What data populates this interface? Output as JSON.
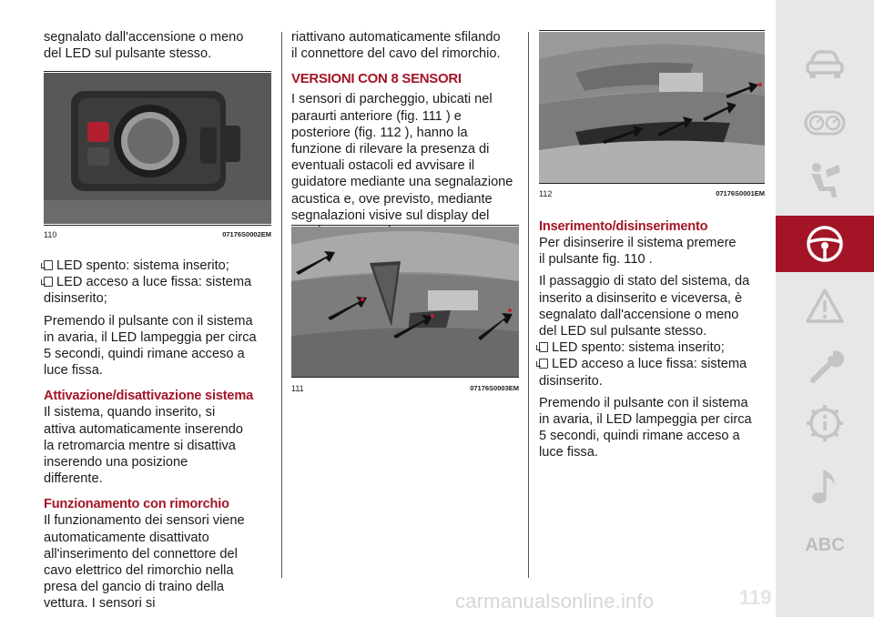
{
  "col1": {
    "intro": "segnalato dall'accensione o meno del LED sul pulsante stesso.",
    "fig110": {
      "num": "110",
      "code": "07176S0002EM"
    },
    "led_off": "LED spento: sistema inserito;",
    "led_on": "LED acceso a luce fissa: sistema disinserito;",
    "fault": "Premendo il pulsante con il sistema in avaria, il LED lampeggia per circa 5 secondi, quindi rimane acceso a luce fissa.",
    "h_activation": "Attivazione/disattivazione sistema",
    "activation_text": "Il sistema, quando inserito, si attiva automaticamente inserendo la retromarcia mentre si disattiva inserendo una posizione differente.",
    "h_trailer": "Funzionamento con rimorchio",
    "trailer_text": "Il funzionamento dei sensori viene automaticamente disattivato all'inserimento del connettore del cavo elettrico del rimorchio nella presa del gancio di traino della vettura. I sensori si"
  },
  "col2": {
    "cont": "riattivano automaticamente sfilando il connettore del cavo del rimorchio.",
    "h_versions": "VERSIONI CON 8 SENSORI",
    "versions_text_a": "I sensori di parcheggio, ubicati nel paraurti anteriore (fig. ",
    "ref111": "111",
    "versions_text_b": " ) e posteriore (fig. ",
    "ref112": "112",
    "versions_text_c": " ), hanno la funzione di rilevare la presenza di eventuali ostacoli ed avvisare il guidatore mediante una segnalazione acustica e, ove previsto, mediante segnalazioni visive sul display del quadro strumenti.",
    "fig111": {
      "num": "111",
      "code": "07176S0003EM"
    }
  },
  "col3": {
    "fig112": {
      "num": "112",
      "code": "07176S0001EM"
    },
    "h_insert": "Inserimento/disinserimento",
    "insert_text_a": "Per disinserire il sistema premere il pulsante fig. ",
    "ref110": "110",
    "insert_text_b": " .",
    "transition": "Il passaggio di stato del sistema, da inserito a disinserito e viceversa, è segnalato dall'accensione o meno del LED sul pulsante stesso.",
    "led_off": "LED spento: sistema inserito;",
    "led_on": "LED acceso a luce fissa: sistema disinserito.",
    "fault": "Premendo il pulsante con il sistema in avaria, il LED lampeggia per circa 5 secondi, quindi rimane acceso a luce fissa."
  },
  "sidebar": {
    "items": [
      {
        "icon": "car-icon"
      },
      {
        "icon": "dashboard-gauges-icon"
      },
      {
        "icon": "seat-safety-icon"
      },
      {
        "icon": "steering-wheel-icon",
        "active": true
      },
      {
        "icon": "warning-triangle-icon"
      },
      {
        "icon": "wrench-icon"
      },
      {
        "icon": "technical-info-icon"
      },
      {
        "icon": "music-note-icon"
      }
    ],
    "abc_label": "ABC"
  },
  "page_number": "119",
  "watermark": "carmanualsonline.info",
  "colors": {
    "accent": "#a31526",
    "sidebar_bg": "#e7e7e7",
    "icon": "#c4c4c4"
  }
}
